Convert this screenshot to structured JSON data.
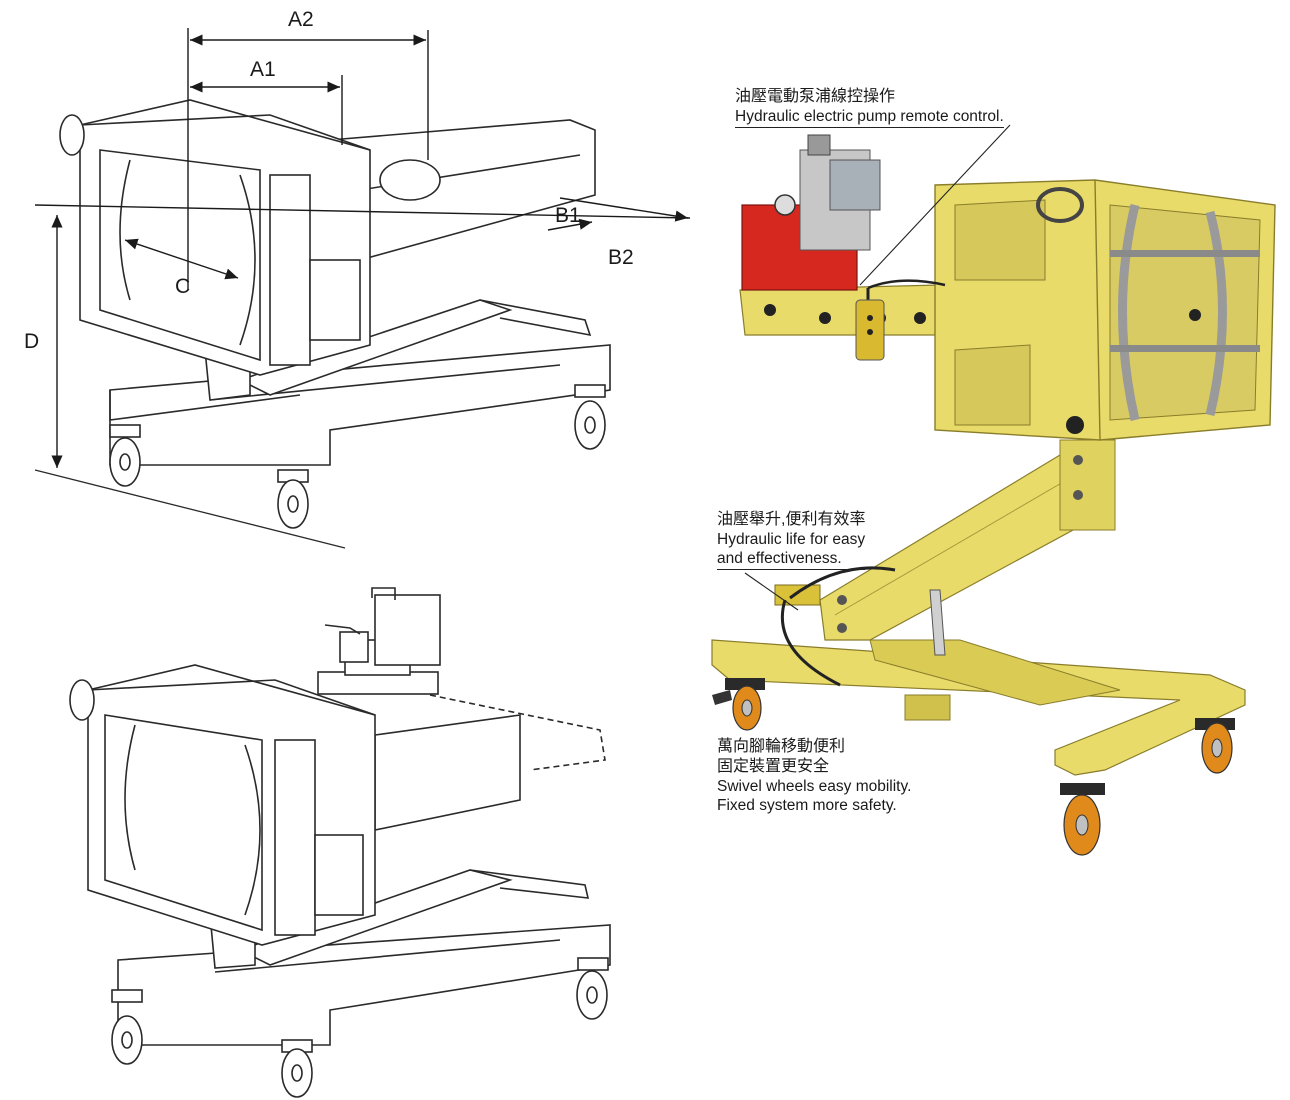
{
  "dimensions": {
    "a1": "A1",
    "a2": "A2",
    "b1": "B1",
    "b2": "B2",
    "c": "C",
    "d": "D"
  },
  "callouts": {
    "remote_control": {
      "zh": "油壓電動泵浦線控操作",
      "en": "Hydraulic electric pump remote control."
    },
    "hydraulic_lift": {
      "zh": "油壓舉升,便利有效率",
      "en_line1": "Hydraulic life for easy",
      "en_line2": "and effectiveness."
    },
    "swivel_wheels": {
      "zh_line1": "萬向腳輪移動便利",
      "zh_line2": "固定裝置更安全",
      "en_line1": "Swivel wheels easy mobility.",
      "en_line2": "Fixed system more safety."
    }
  },
  "colors": {
    "machine_yellow": "#e8db6a",
    "pump_red": "#d6281e",
    "wheel_orange": "#e08a1c",
    "line_ink": "#2a2a2a"
  }
}
